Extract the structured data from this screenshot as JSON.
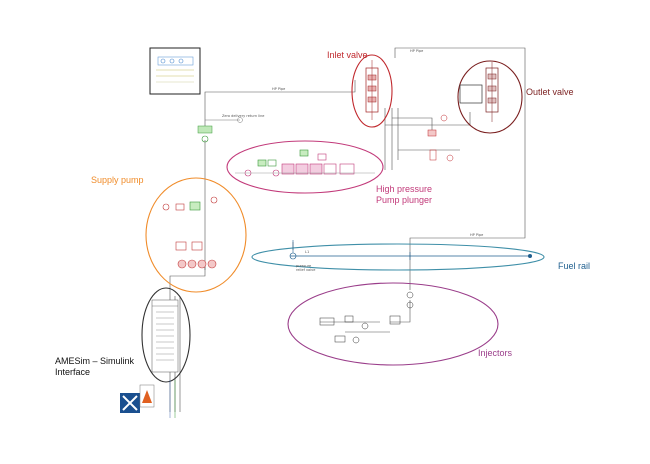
{
  "labels": {
    "inlet_valve": "Inlet valve",
    "outlet_valve": "Outlet valve",
    "supply_pump": "Supply pump",
    "hp_plunger_line1": "High pressure",
    "hp_plunger_line2": "Pump plunger",
    "fuel_rail": "Fuel rail",
    "injectors": "Injectors",
    "interface_line1": "AMESim – Simulink",
    "interface_line2": "Interface"
  },
  "small_text": {
    "hp_pipe_top": "HP Pipe",
    "hp_pipe_left": "HP Pipe",
    "hp_pipe_rail": "HP Pipe",
    "zero_delivery": "Zero delivery return line",
    "pressure_relief_1": "pressure",
    "pressure_relief_2": "relief valve",
    "l1": "L1"
  },
  "colors": {
    "inlet": "#c0282d",
    "outlet": "#7a1f1f",
    "supply": "#f08c2a",
    "plunger": "#c23a7a",
    "rail": "#3f8fa8",
    "rail_text": "#1f5f8f",
    "injectors": "#9a3d8a",
    "interface": "#333333",
    "line": "#555555"
  }
}
